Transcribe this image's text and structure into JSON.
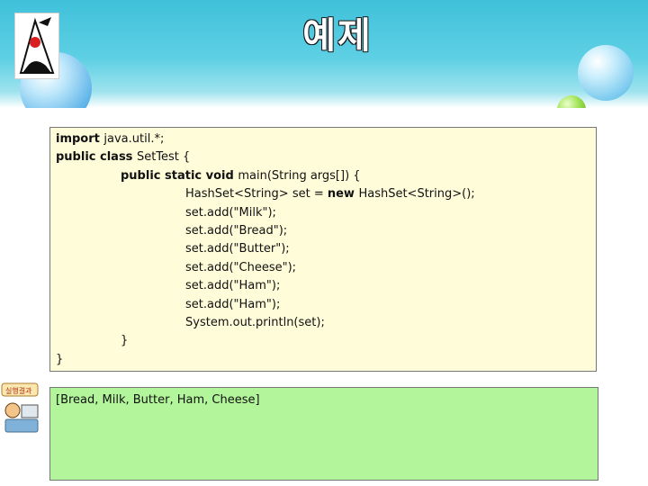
{
  "slide": {
    "title": "예제"
  },
  "code": {
    "lines": [
      {
        "kw": "import ",
        "rest": "java.util.*;",
        "indent": 0
      },
      {
        "kw": "public class ",
        "rest": "SetTest {",
        "indent": 0
      },
      {
        "kw": "public static void ",
        "rest": "main(String args[]) {",
        "indent": 1
      },
      {
        "pre": "HashSet<String> set = ",
        "kw": "new ",
        "rest": "HashSet<String>();",
        "indent": 2
      },
      {
        "rest": "set.add(\"Milk\");",
        "indent": 2
      },
      {
        "rest": "set.add(\"Bread\");",
        "indent": 2
      },
      {
        "rest": "set.add(\"Butter\");",
        "indent": 2
      },
      {
        "rest": "set.add(\"Cheese\");",
        "indent": 2
      },
      {
        "rest": "set.add(\"Ham\");",
        "indent": 2
      },
      {
        "rest": "set.add(\"Ham\");",
        "indent": 2
      },
      {
        "rest": "System.out.println(set);",
        "indent": 2
      },
      {
        "rest": "}",
        "indent": 1
      },
      {
        "rest": "}",
        "indent": 0
      }
    ]
  },
  "output": {
    "text": "[Bread, Milk, Butter, Ham, Cheese]"
  },
  "icons": {
    "logo": "java-duke-icon",
    "side": "running-result-icon"
  },
  "colors": {
    "header": "#3fc1da",
    "code_bg": "#fffcd9",
    "output_bg": "#b2f59a"
  }
}
